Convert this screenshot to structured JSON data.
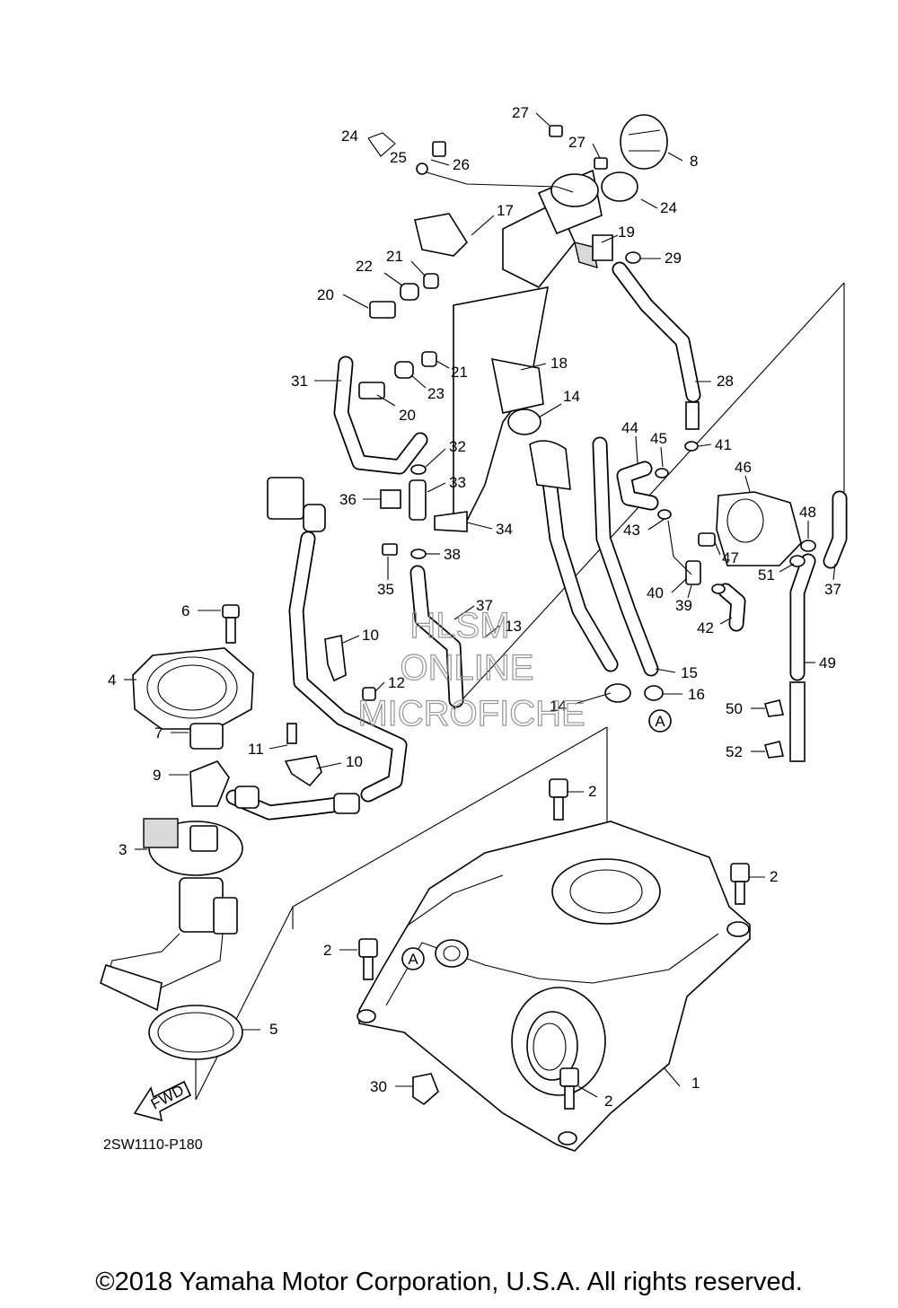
{
  "diagram": {
    "drawing_code": "2SW1110-P180",
    "fwd_label": "FWD",
    "ref_marker": "A",
    "callouts": [
      "1",
      "2",
      "2",
      "2",
      "2",
      "2",
      "3",
      "4",
      "5",
      "6",
      "7",
      "8",
      "9",
      "10",
      "10",
      "11",
      "12",
      "13",
      "14",
      "14",
      "15",
      "16",
      "17",
      "18",
      "19",
      "20",
      "20",
      "21",
      "21",
      "22",
      "23",
      "24",
      "24",
      "25",
      "26",
      "27",
      "27",
      "28",
      "29",
      "30",
      "31",
      "32",
      "33",
      "34",
      "35",
      "36",
      "37",
      "37",
      "38",
      "39",
      "40",
      "41",
      "42",
      "43",
      "44",
      "45",
      "46",
      "47",
      "48",
      "49",
      "50",
      "51",
      "52"
    ]
  },
  "watermark": {
    "line1": "HLSM",
    "line2": "ONLINE",
    "line3": "MICROFICHE"
  },
  "copyright": "©2018 Yamaha Motor Corporation, U.S.A. All rights reserved."
}
